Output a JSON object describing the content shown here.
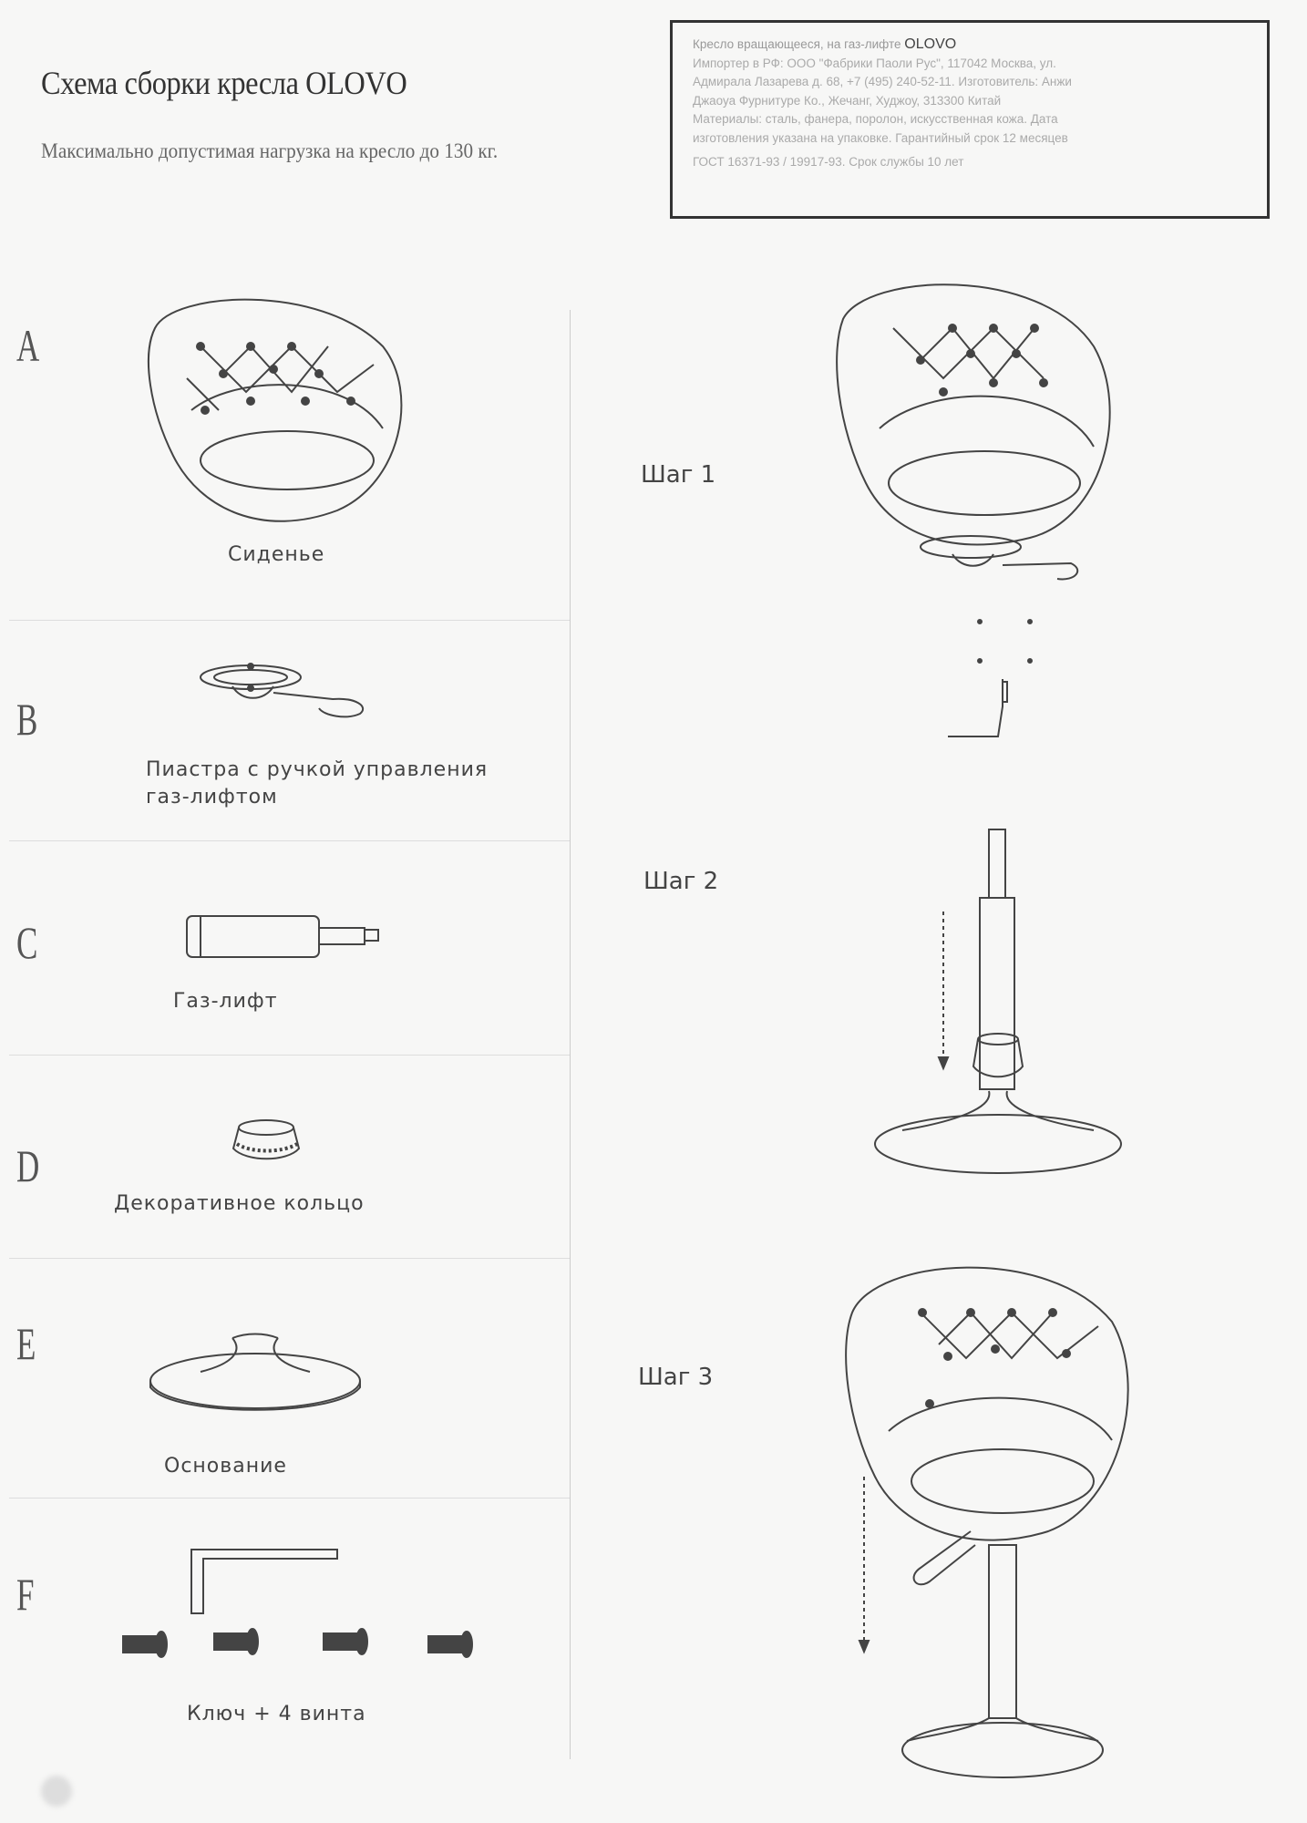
{
  "header": {
    "title": "Схема сборки кресла OLOVO",
    "subtitle": "Максимально допустимая нагрузка на кресло до 130 кг."
  },
  "info_box": {
    "line1_prefix": "Кресло вращающееся, на газ-лифте",
    "line1_brand": "OLOVO",
    "line2": "Импортер в РФ: ООО \"Фабрики Паоли Рус\", 117042 Москва, ул.",
    "line3": "Адмирала Лазарева д. 68, +7 (495) 240-52-11. Изготовитель: Анжи",
    "line4": "Джаоуа Фурнитуре Ко., Жечанг, Худжоу, 313300 Китай",
    "line5": "Материалы: сталь, фанера, поролон, искусственная кожа. Дата",
    "line6": "изготовления указана на упаковке. Гарантийный срок 12 месяцев",
    "line7": "ГОСТ 16371-93 / 19917-93. Срок службы 10 лет"
  },
  "parts": [
    {
      "letter": "A",
      "label": "Сиденье"
    },
    {
      "letter": "B",
      "label": "Пиастра с ручкой управления газ-лифтом"
    },
    {
      "letter": "C",
      "label": "Газ-лифт"
    },
    {
      "letter": "D",
      "label": "Декоративное кольцо"
    },
    {
      "letter": "E",
      "label": "Основание"
    },
    {
      "letter": "F",
      "label": "Ключ + 4 винта"
    }
  ],
  "steps": [
    {
      "label": "Шаг 1"
    },
    {
      "label": "Шаг 2"
    },
    {
      "label": "Шаг 3"
    }
  ]
}
